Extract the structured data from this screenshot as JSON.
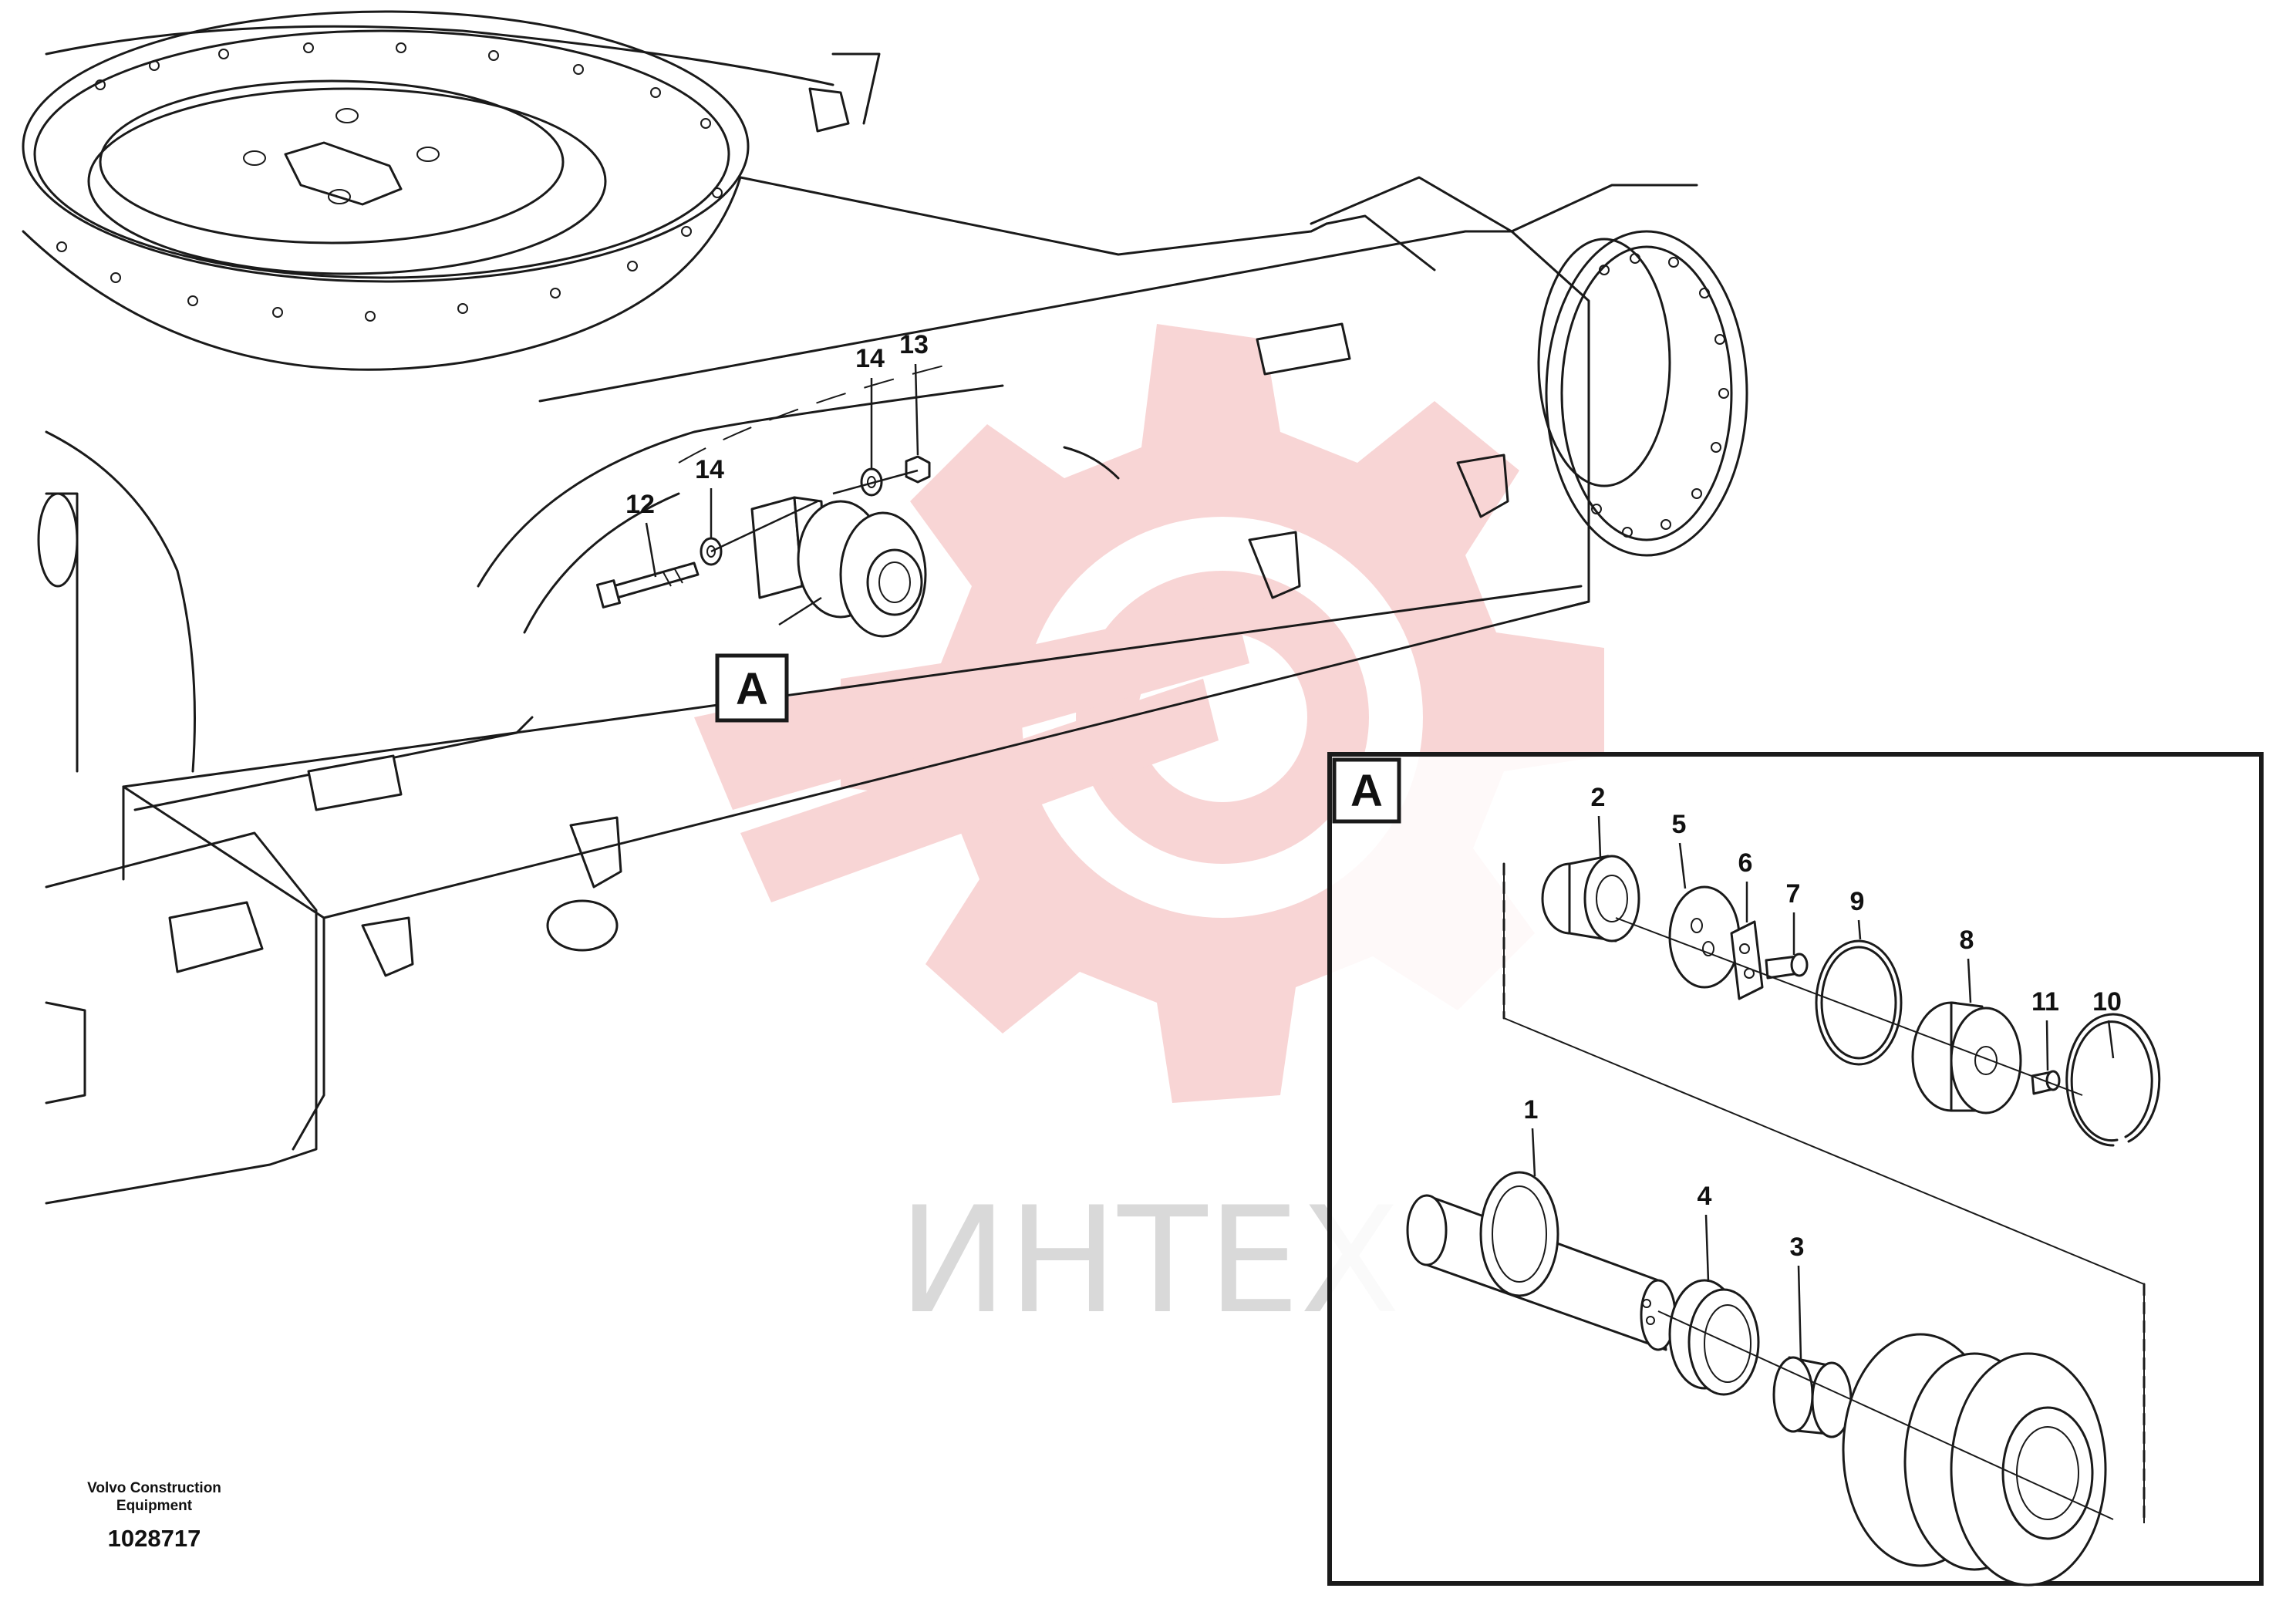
{
  "colors": {
    "line": "#1a1a1a",
    "watermark_gear": "#f6c4c4",
    "watermark_text": "#d4d4d4"
  },
  "watermark": {
    "text": "ИНТЕХ",
    "icon": "gear-logo-icon"
  },
  "callout_main": {
    "label": "A"
  },
  "detail_view": {
    "label": "A"
  },
  "part_numbers": {
    "p1": "1",
    "p2": "2",
    "p3": "3",
    "p4": "4",
    "p5": "5",
    "p6": "6",
    "p7": "7",
    "p8": "8",
    "p9": "9",
    "p10": "10",
    "p11": "11",
    "p12": "12",
    "p13": "13",
    "p14a": "14",
    "p14b": "14"
  },
  "footer": {
    "brand_line1": "Volvo Construction",
    "brand_line2": "Equipment",
    "drawing_number": "1028717"
  }
}
